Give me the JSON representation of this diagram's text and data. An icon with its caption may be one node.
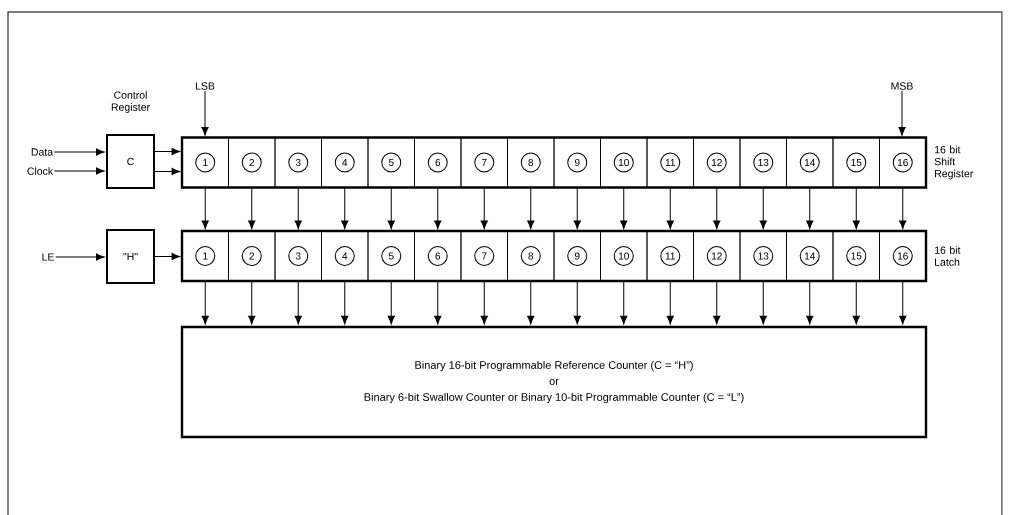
{
  "diagram": {
    "nodes": [
      {
        "text": [
          "Data"
        ]
      },
      {
        "text": [
          "Clock"
        ]
      },
      {
        "text": [
          "C"
        ],
        "beside": [
          "Control Register"
        ]
      },
      {
        "text": [
          "LSB"
        ]
      },
      {
        "text": [
          "MSB"
        ]
      },
      {
        "text": [],
        "shape": "bar",
        "beside": [
          "16 bit Shift Register"
        ]
      },
      {
        "text": [
          "1"
        ],
        "in": 5
      },
      {
        "text": [
          "2"
        ],
        "in": 5
      },
      {
        "text": [
          "3"
        ],
        "in": 5
      },
      {
        "text": [
          "4"
        ],
        "in": 5
      },
      {
        "text": [
          "5"
        ],
        "in": 5
      },
      {
        "text": [
          "6"
        ],
        "in": 5
      },
      {
        "text": [
          "7"
        ],
        "in": 5
      },
      {
        "text": [
          "8"
        ],
        "in": 5
      },
      {
        "text": [
          "9"
        ],
        "in": 5
      },
      {
        "text": [
          "10"
        ],
        "in": 5
      },
      {
        "text": [
          "11"
        ],
        "in": 5
      },
      {
        "text": [
          "12"
        ],
        "in": 5
      },
      {
        "text": [
          "13"
        ],
        "in": 5
      },
      {
        "text": [
          "14"
        ],
        "in": 5
      },
      {
        "text": [
          "15"
        ],
        "in": 5
      },
      {
        "text": [
          "16"
        ],
        "in": 5
      },
      {
        "text": [
          "LE"
        ]
      },
      {
        "text": [
          "\"H\""
        ]
      },
      {
        "text": [],
        "shape": "bar",
        "beside": [
          "16 bit Latch"
        ]
      },
      {
        "text": [
          "1"
        ],
        "in": 24
      },
      {
        "text": [
          "2"
        ],
        "in": 24
      },
      {
        "text": [
          "3"
        ],
        "in": 24
      },
      {
        "text": [
          "4"
        ],
        "in": 24
      },
      {
        "text": [
          "5"
        ],
        "in": 24
      },
      {
        "text": [
          "6"
        ],
        "in": 24
      },
      {
        "text": [
          "7"
        ],
        "in": 24
      },
      {
        "text": [
          "8"
        ],
        "in": 24
      },
      {
        "text": [
          "9"
        ],
        "in": 24
      },
      {
        "text": [
          "10"
        ],
        "in": 24
      },
      {
        "text": [
          "11"
        ],
        "in": 24
      },
      {
        "text": [
          "12"
        ],
        "in": 24
      },
      {
        "text": [
          "13"
        ],
        "in": 24
      },
      {
        "text": [
          "14"
        ],
        "in": 24
      },
      {
        "text": [
          "15"
        ],
        "in": 24
      },
      {
        "text": [
          "16"
        ],
        "in": 24
      },
      {
        "text": [
          "Binary 16-bit Programmable Reference Counter (C = “H”)",
          "or",
          "Binary 6-bit Swallow Counter or Binary 10-bit Programmable Counter (C = “L”)"
        ]
      }
    ],
    "edges": [
      {
        "from": 0,
        "to": 2,
        "arrow": "to"
      },
      {
        "from": 1,
        "to": 2,
        "arrow": "to"
      },
      {
        "from": 2,
        "to": 6,
        "arrow": "to"
      },
      {
        "from": 2,
        "to": 6,
        "arrow": "to"
      },
      {
        "from": 3,
        "to": 6,
        "arrow": "to"
      },
      {
        "from": 4,
        "to": 21,
        "arrow": "to"
      },
      {
        "from": 6,
        "to": 25,
        "arrow": "to"
      },
      {
        "from": 7,
        "to": 26,
        "arrow": "to"
      },
      {
        "from": 8,
        "to": 27,
        "arrow": "to"
      },
      {
        "from": 9,
        "to": 28,
        "arrow": "to"
      },
      {
        "from": 10,
        "to": 29,
        "arrow": "to"
      },
      {
        "from": 11,
        "to": 30,
        "arrow": "to"
      },
      {
        "from": 12,
        "to": 31,
        "arrow": "to"
      },
      {
        "from": 13,
        "to": 32,
        "arrow": "to"
      },
      {
        "from": 14,
        "to": 33,
        "arrow": "to"
      },
      {
        "from": 15,
        "to": 34,
        "arrow": "to"
      },
      {
        "from": 16,
        "to": 35,
        "arrow": "to"
      },
      {
        "from": 17,
        "to": 36,
        "arrow": "to"
      },
      {
        "from": 18,
        "to": 37,
        "arrow": "to"
      },
      {
        "from": 19,
        "to": 38,
        "arrow": "to"
      },
      {
        "from": 20,
        "to": 39,
        "arrow": "to"
      },
      {
        "from": 21,
        "to": 40,
        "arrow": "to"
      },
      {
        "from": 22,
        "to": 23,
        "arrow": "to"
      },
      {
        "from": 23,
        "to": 25,
        "arrow": "to"
      },
      {
        "from": 25,
        "to": 41,
        "arrow": "to"
      },
      {
        "from": 26,
        "to": 41,
        "arrow": "to"
      },
      {
        "from": 27,
        "to": 41,
        "arrow": "to"
      },
      {
        "from": 28,
        "to": 41,
        "arrow": "to"
      },
      {
        "from": 29,
        "to": 41,
        "arrow": "to"
      },
      {
        "from": 30,
        "to": 41,
        "arrow": "to"
      },
      {
        "from": 31,
        "to": 41,
        "arrow": "to"
      },
      {
        "from": 32,
        "to": 41,
        "arrow": "to"
      },
      {
        "from": 33,
        "to": 41,
        "arrow": "to"
      },
      {
        "from": 34,
        "to": 41,
        "arrow": "to"
      },
      {
        "from": 35,
        "to": 41,
        "arrow": "to"
      },
      {
        "from": 36,
        "to": 41,
        "arrow": "to"
      },
      {
        "from": 37,
        "to": 41,
        "arrow": "to"
      },
      {
        "from": 38,
        "to": 41,
        "arrow": "to"
      },
      {
        "from": 39,
        "to": 41,
        "arrow": "to"
      },
      {
        "from": 40,
        "to": 41,
        "arrow": "to"
      }
    ]
  }
}
